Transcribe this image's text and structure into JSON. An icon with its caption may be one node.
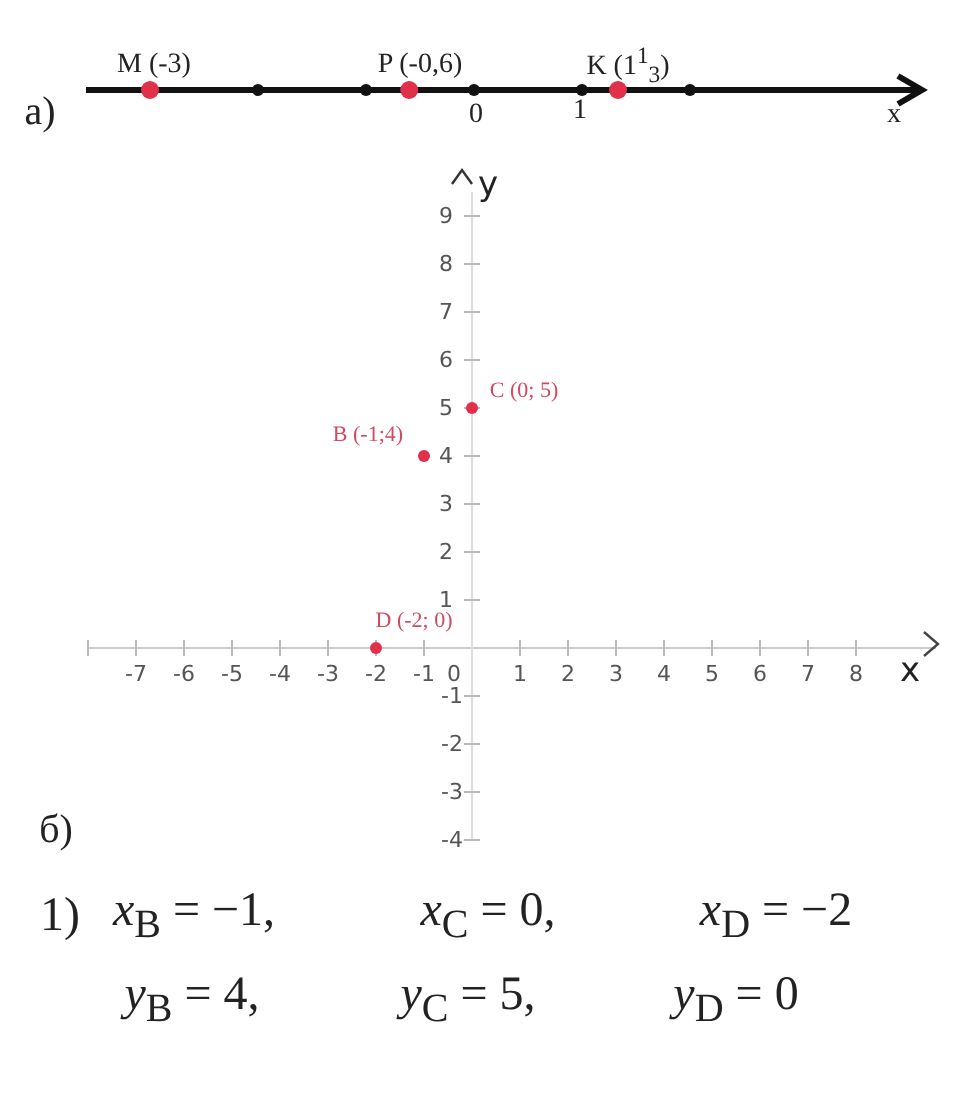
{
  "diagram": {
    "labels": [
      "а)",
      "M (-3)",
      "P (-0,6)",
      "K (1$^{1}$$_{3}$)",
      "0",
      "1",
      "x",
      "y",
      "9",
      "8",
      "7",
      "6",
      "5",
      "4",
      "3",
      "2",
      "1",
      "-1",
      "-2",
      "-3",
      "-4",
      "-7",
      "-6",
      "-5",
      "-4",
      "-3",
      "-2",
      "-1",
      "0",
      "1",
      "2",
      "3",
      "4",
      "5",
      "6",
      "7",
      "8",
      "x",
      "C (0; 5)",
      "B (-1;4)",
      "D (-2; 0)",
      "б)",
      "1)",
      "*x*$_{B}$ = −1,",
      "*x*$_{C}$ = 0,",
      "*x*$_{D}$ = −2",
      "*y*$_{B}$ = 4,",
      "*y*$_{C}$ = 5,",
      "*y*$_{D}$ = 0"
    ]
  }
}
